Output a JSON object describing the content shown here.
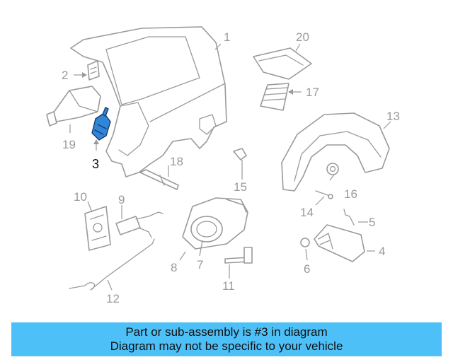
{
  "colors": {
    "highlight": "#2f86d8",
    "banner_bg": "#4ec0f8",
    "line": "#9a9a9a"
  },
  "diagram": {
    "callouts": [
      "1",
      "2",
      "3",
      "4",
      "5",
      "6",
      "7",
      "8",
      "9",
      "10",
      "11",
      "12",
      "13",
      "14",
      "15",
      "16",
      "17",
      "18",
      "19",
      "20"
    ],
    "highlighted_part": "3"
  },
  "banner": {
    "line1": "Part or sub-assembly is #3 in diagram",
    "line2": "Diagram may not be specific to your vehicle"
  }
}
